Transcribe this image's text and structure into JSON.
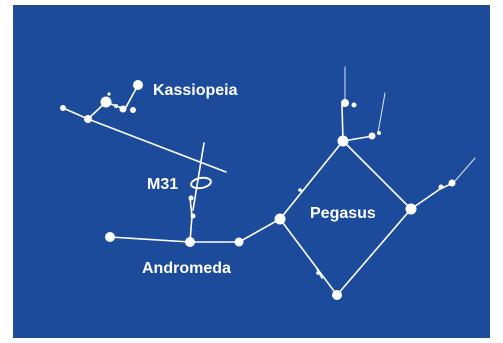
{
  "labels": {
    "kassiopeia": "Kassiopeia",
    "m31": "M31",
    "pegasus": "Pegasus",
    "andromeda": "Andromeda"
  },
  "colors": {
    "background": "#1c4b9b",
    "stars": "#ffffff",
    "lines": "#ffffff"
  }
}
